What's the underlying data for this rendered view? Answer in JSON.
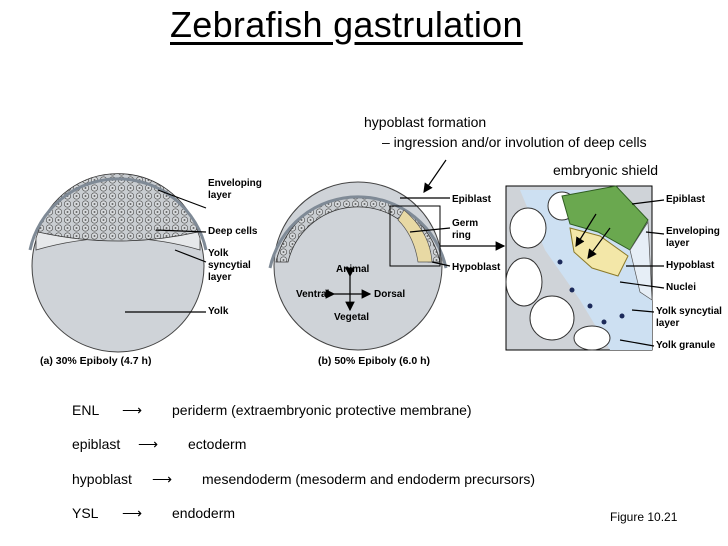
{
  "title": "Zebrafish gastrulation",
  "hypoblast_note": {
    "line1": "hypoblast formation",
    "line2": "– ingression and/or involution of deep cells"
  },
  "embryonic_shield": "embryonic shield",
  "panel_a": {
    "labels": [
      "Enveloping",
      "layer",
      "Deep cells",
      "Yolk",
      "syncytial",
      "layer",
      "Yolk"
    ],
    "caption": "(a) 30% Epiboly (4.7 h)"
  },
  "panel_b": {
    "labels": [
      "Epiblast",
      "Germ",
      "ring",
      "Hypoblast"
    ],
    "axes": {
      "animal": "Animal",
      "vegetal": "Vegetal",
      "ventral": "Ventral",
      "dorsal": "Dorsal"
    },
    "caption": "(b) 50% Epiboly (6.0 h)"
  },
  "panel_c": {
    "labels": [
      "Epiblast",
      "Enveloping",
      "layer",
      "Hypoblast",
      "Nuclei",
      "Yolk syncytial",
      "layer",
      "Yolk granule"
    ]
  },
  "terms": [
    {
      "term": "ENL",
      "fate": "periderm (extraembryonic protective membrane)"
    },
    {
      "term": "epiblast",
      "fate": "ectoderm"
    },
    {
      "term": "hypoblast",
      "fate": "mesendoderm (mesoderm and endoderm precursors)"
    },
    {
      "term": "YSL",
      "fate": "endoderm"
    }
  ],
  "figure_label": "Figure 10.21",
  "colors": {
    "yolk": "#cfd3d8",
    "cells": "#b9bec4",
    "ysl_blue": "#cde0f2",
    "epiblast_green": "#6aa84f",
    "hypoblast_yellow": "#f3e7a8"
  }
}
